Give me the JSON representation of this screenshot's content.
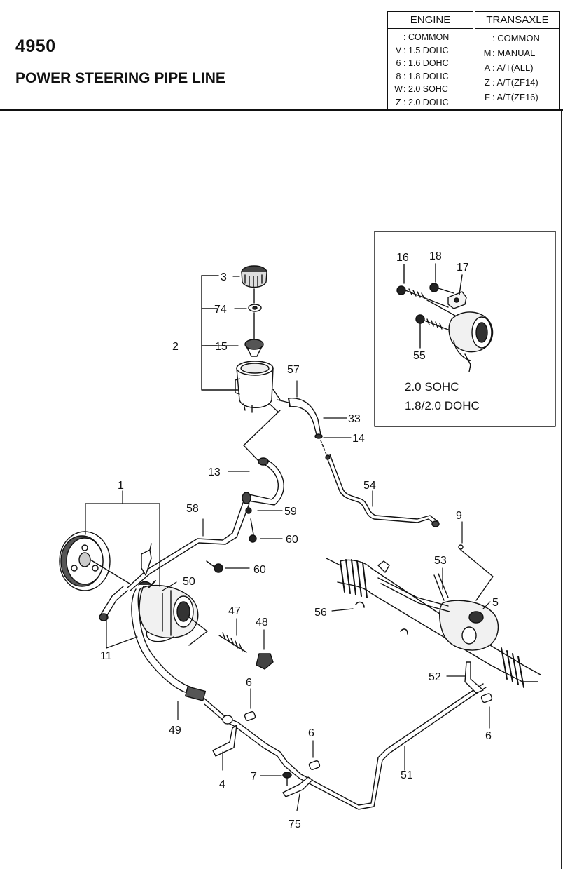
{
  "header": {
    "code": "4950",
    "title": "POWER STEERING PIPE LINE"
  },
  "engine_legend": {
    "title": "ENGINE",
    "rows": [
      {
        "key": "",
        "value": ": COMMON"
      },
      {
        "key": "V",
        "value": ": 1.5 DOHC"
      },
      {
        "key": "6",
        "value": ": 1.6 DOHC"
      },
      {
        "key": "8",
        "value": ": 1.8 DOHC"
      },
      {
        "key": "W",
        "value": ": 2.0 SOHC"
      },
      {
        "key": "Z",
        "value": ": 2.0 DOHC"
      }
    ]
  },
  "transaxle_legend": {
    "title": "TRANSAXLE",
    "rows": [
      {
        "key": "",
        "value": ": COMMON"
      },
      {
        "key": "M",
        "value": ": MANUAL"
      },
      {
        "key": "A",
        "value": ": A/T(ALL)"
      },
      {
        "key": "Z",
        "value": ": A/T(ZF14)"
      },
      {
        "key": "F",
        "value": ": A/T(ZF16)"
      }
    ]
  },
  "inset": {
    "line1": "2.0 SOHC",
    "line2": "1.8/2.0 DOHC"
  },
  "part_labels": {
    "p1": "1",
    "p2": "2",
    "p3": "3",
    "p4": "4",
    "p5": "5",
    "p6a": "6",
    "p6b": "6",
    "p6c": "6",
    "p7": "7",
    "p9": "9",
    "p11": "11",
    "p13": "13",
    "p14": "14",
    "p15": "15",
    "p16": "16",
    "p17": "17",
    "p18": "18",
    "p33": "33",
    "p47": "47",
    "p48": "48",
    "p49": "49",
    "p50": "50",
    "p51": "51",
    "p52": "52",
    "p53": "53",
    "p54": "54",
    "p55": "55",
    "p56": "56",
    "p57": "57",
    "p58": "58",
    "p59": "59",
    "p60a": "60",
    "p60b": "60",
    "p74": "74",
    "p75": "75"
  }
}
